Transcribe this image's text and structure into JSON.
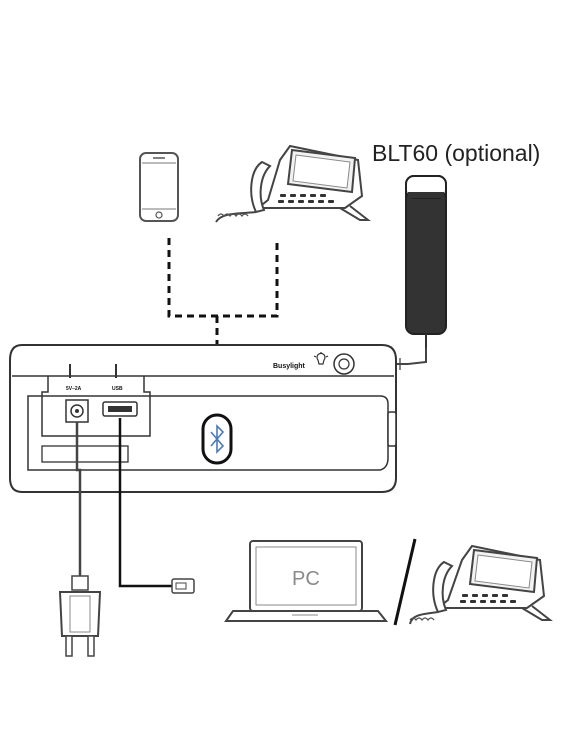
{
  "labels": {
    "accessory": "BLT60 (optional)",
    "busylight": "Busylight",
    "computer": "PC",
    "dc_port": "5V–2A",
    "usb_port": "USB"
  }
}
